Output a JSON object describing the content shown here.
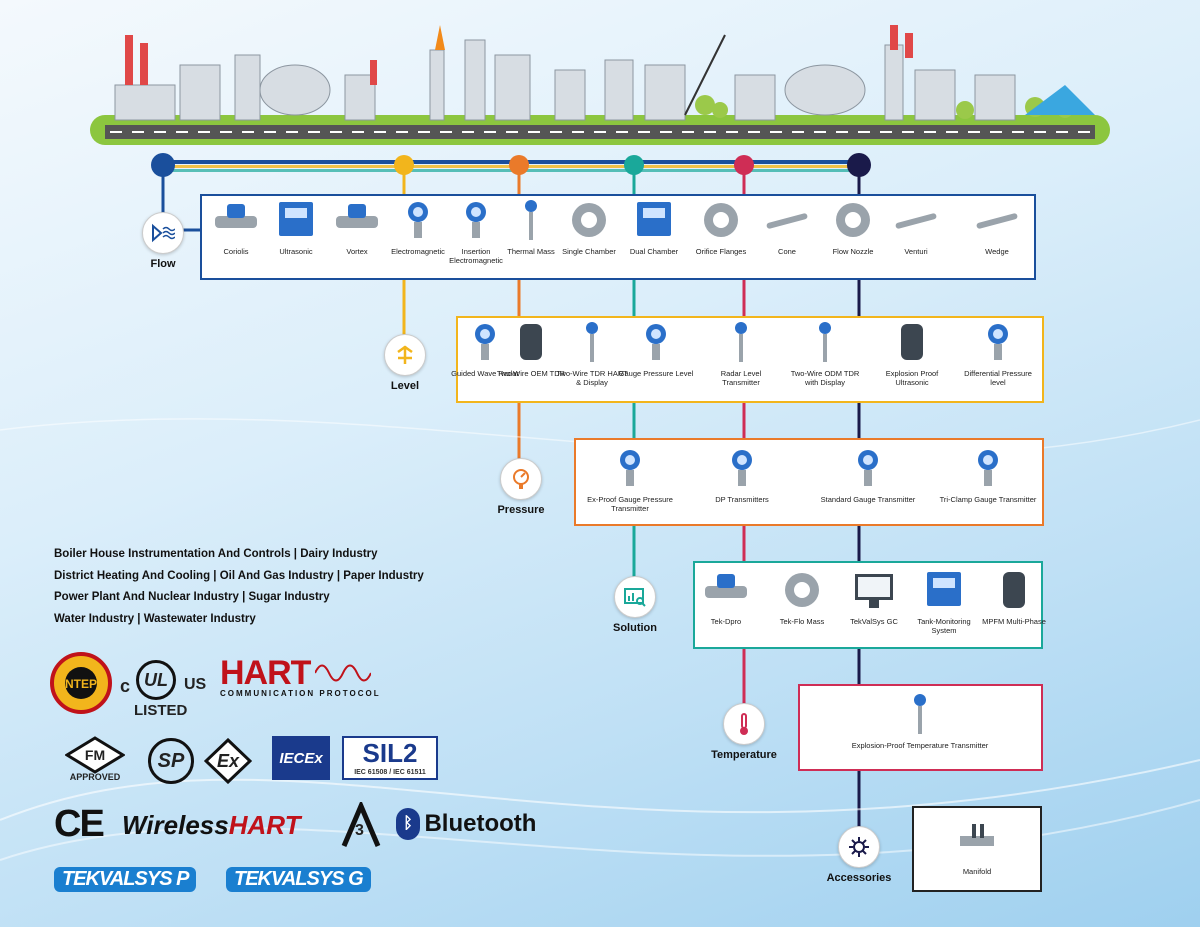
{
  "categories": {
    "flow": "Flow",
    "level": "Level",
    "pressure": "Pressure",
    "solution": "Solution",
    "temperature": "Temperature",
    "accessories": "Accessories"
  },
  "flow_items": [
    "Coriolis",
    "Ultrasonic",
    "Vortex",
    "Electromagnetic",
    "Insertion Electromagnetic",
    "Thermal Mass",
    "Single Chamber",
    "Dual Chamber",
    "Orifice Flanges",
    "Cone",
    "Flow Nozzle",
    "Venturi",
    "Wedge"
  ],
  "level_items": [
    "Guided Wave Radar",
    "Two-Wire OEM TDR",
    "Two-Wire TDR HART & Display",
    "Gauge Pressure Level",
    "Radar Level Transmitter",
    "Two-Wire ODM TDR with Display",
    "Explosion Proof Ultrasonic",
    "Differential Pressure level"
  ],
  "pressure_items": [
    "Ex-Proof Gauge Pressure Transmitter",
    "DP Transmitters",
    "Standard Gauge Transmitter",
    "Tri-Clamp Gauge Transmitter"
  ],
  "solution_items": [
    "Tek-Dpro",
    "Tek-Flo Mass",
    "TekValSys GC",
    "Tank-Monitoring System",
    "MPFM Multi-Phase"
  ],
  "temperature_items": [
    "Explosion-Proof Temperature Transmitter"
  ],
  "accessory_items": [
    "Manifold"
  ],
  "industries": [
    "Boiler House Instrumentation And Controls | Dairy Industry",
    "District Heating And Cooling | Oil And Gas Industry | Paper Industry",
    "Power Plant And Nuclear Industry | Sugar Industry",
    "Water Industry | Wastewater Industry"
  ],
  "logos": {
    "ul_c": "c",
    "ul_us": "US",
    "ul_listed": "LISTED",
    "ul_mark": "UL",
    "hart": "HART",
    "hart_sub": "COMMUNICATION PROTOCOL",
    "fm": "FM",
    "fm_sub": "APPROVED",
    "csa": "SP",
    "ex": "Ex",
    "iecex": "IECEx",
    "sil": "SIL2",
    "sil_sub": "IEC 61508 / IEC 61511",
    "ce": "CE",
    "wireless": "Wireless",
    "wireless_hart": "HART",
    "a3": "3",
    "bluetooth": "Bluetooth",
    "tek_p": "TEKVALSYS P",
    "tek_g": "TEKVALSYS G"
  },
  "colors": {
    "flow": "#1a4f9c",
    "level": "#f2b51c",
    "pressure": "#ea7a2a",
    "solution": "#1aa89a",
    "temperature": "#cf2d55",
    "accessories": "#1a1a4a"
  }
}
